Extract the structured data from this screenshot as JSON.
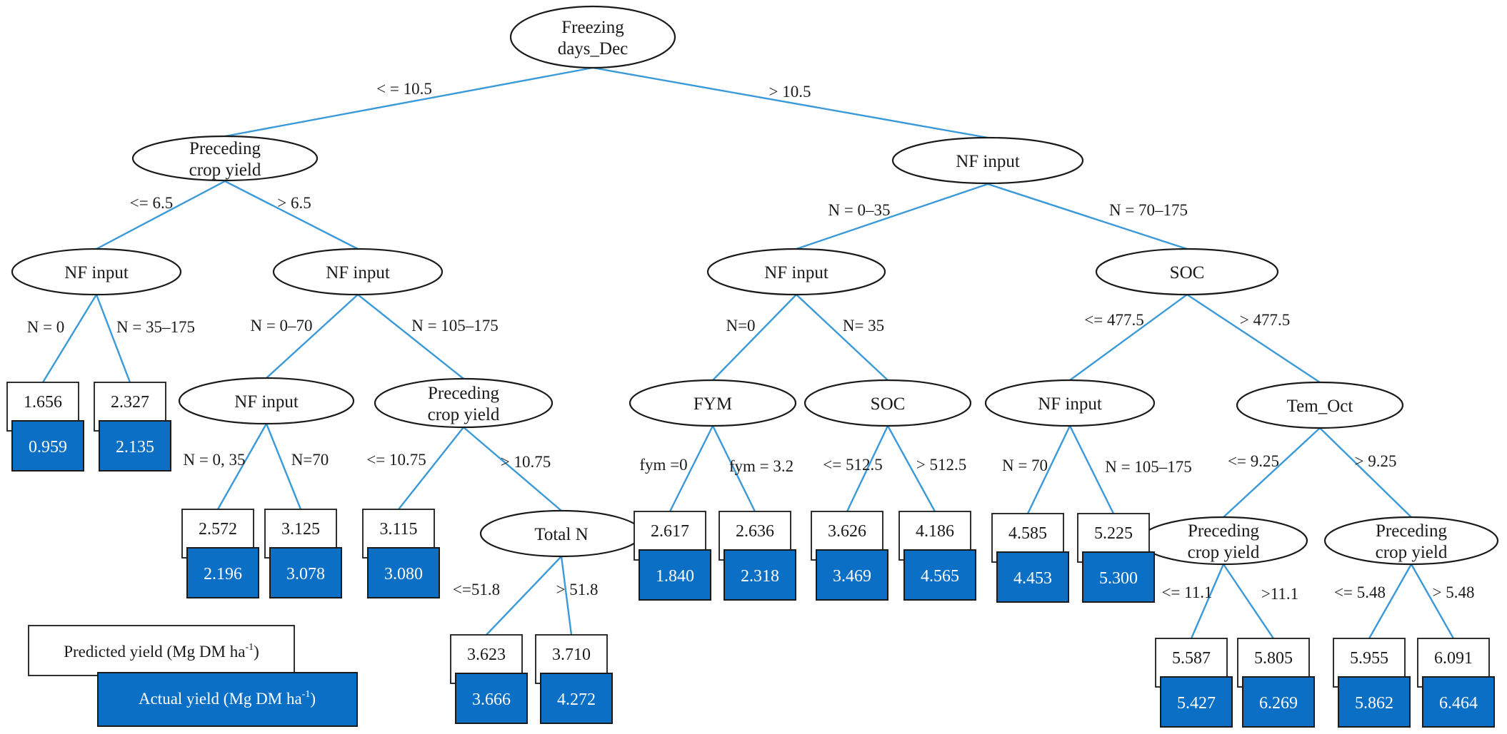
{
  "colors": {
    "edge": "#3a9ad9",
    "actual_fill": "#0b6fc5",
    "actual_text": "#ffffff",
    "stroke": "#1a1a1a"
  },
  "nodes": [
    {
      "id": "root",
      "lines": [
        "Freezing",
        "days_Dec"
      ]
    },
    {
      "id": "L",
      "lines": [
        "Preceding",
        "crop yield"
      ]
    },
    {
      "id": "R",
      "lines": [
        "NF input"
      ]
    },
    {
      "id": "LL",
      "lines": [
        "NF input"
      ]
    },
    {
      "id": "LR",
      "lines": [
        "NF input"
      ]
    },
    {
      "id": "LRL",
      "lines": [
        "NF input"
      ]
    },
    {
      "id": "LRR",
      "lines": [
        "Preceding",
        "crop yield"
      ]
    },
    {
      "id": "LRRR",
      "lines": [
        "Total N"
      ]
    },
    {
      "id": "RL",
      "lines": [
        "NF input"
      ]
    },
    {
      "id": "RR",
      "lines": [
        "SOC"
      ]
    },
    {
      "id": "RLL",
      "lines": [
        "FYM"
      ]
    },
    {
      "id": "RLR",
      "lines": [
        "SOC"
      ]
    },
    {
      "id": "RRL",
      "lines": [
        "NF input"
      ]
    },
    {
      "id": "RRR",
      "lines": [
        "Tem_Oct"
      ]
    },
    {
      "id": "RRRL",
      "lines": [
        "Preceding",
        "crop yield"
      ]
    },
    {
      "id": "RRRR",
      "lines": [
        "Preceding",
        "crop yield"
      ]
    }
  ],
  "edges": [
    {
      "from": "root",
      "to": "L",
      "label": "< = 10.5"
    },
    {
      "from": "root",
      "to": "R",
      "label": "> 10.5"
    },
    {
      "from": "L",
      "to": "LL",
      "label": "<= 6.5"
    },
    {
      "from": "L",
      "to": "LR",
      "label": "> 6.5"
    },
    {
      "from": "LL",
      "to": "leaf1",
      "label": "N = 0"
    },
    {
      "from": "LL",
      "to": "leaf2",
      "label": "N = 35–175"
    },
    {
      "from": "LR",
      "to": "LRL",
      "label": "N = 0–70"
    },
    {
      "from": "LR",
      "to": "LRR",
      "label": "N = 105–175"
    },
    {
      "from": "LRL",
      "to": "leaf3",
      "label": "N = 0, 35"
    },
    {
      "from": "LRL",
      "to": "leaf4",
      "label": "N=70"
    },
    {
      "from": "LRR",
      "to": "leaf5",
      "label": "<= 10.75"
    },
    {
      "from": "LRR",
      "to": "LRRR",
      "label": "> 10.75"
    },
    {
      "from": "LRRR",
      "to": "leaf6",
      "label": "<=51.8"
    },
    {
      "from": "LRRR",
      "to": "leaf7",
      "label": "> 51.8"
    },
    {
      "from": "R",
      "to": "RL",
      "label": "N = 0–35"
    },
    {
      "from": "R",
      "to": "RR",
      "label": "N = 70–175"
    },
    {
      "from": "RL",
      "to": "RLL",
      "label": "N=0"
    },
    {
      "from": "RL",
      "to": "RLR",
      "label": "N= 35"
    },
    {
      "from": "RLL",
      "to": "leaf8",
      "label": "fym =0"
    },
    {
      "from": "RLL",
      "to": "leaf9",
      "label": "fym = 3.2"
    },
    {
      "from": "RLR",
      "to": "leaf10",
      "label": "<= 512.5"
    },
    {
      "from": "RLR",
      "to": "leaf11",
      "label": "> 512.5"
    },
    {
      "from": "RR",
      "to": "RRL",
      "label": "<= 477.5"
    },
    {
      "from": "RR",
      "to": "RRR",
      "label": "> 477.5"
    },
    {
      "from": "RRL",
      "to": "leaf12",
      "label": "N = 70"
    },
    {
      "from": "RRL",
      "to": "leaf13",
      "label": "N = 105–175"
    },
    {
      "from": "RRR",
      "to": "RRRL",
      "label": "<= 9.25"
    },
    {
      "from": "RRR",
      "to": "RRRR",
      "label": "> 9.25"
    },
    {
      "from": "RRRL",
      "to": "leaf14",
      "label": "<= 11.1"
    },
    {
      "from": "RRRL",
      "to": "leaf15",
      "label": ">11.1"
    },
    {
      "from": "RRRR",
      "to": "leaf16",
      "label": "<= 5.48"
    },
    {
      "from": "RRRR",
      "to": "leaf17",
      "label": "> 5.48"
    }
  ],
  "leaves": [
    {
      "id": "leaf1",
      "predicted": "1.656",
      "actual": "0.959"
    },
    {
      "id": "leaf2",
      "predicted": "2.327",
      "actual": "2.135"
    },
    {
      "id": "leaf3",
      "predicted": "2.572",
      "actual": "2.196"
    },
    {
      "id": "leaf4",
      "predicted": "3.125",
      "actual": "3.078"
    },
    {
      "id": "leaf5",
      "predicted": "3.115",
      "actual": "3.080"
    },
    {
      "id": "leaf6",
      "predicted": "3.623",
      "actual": "3.666"
    },
    {
      "id": "leaf7",
      "predicted": "3.710",
      "actual": "4.272"
    },
    {
      "id": "leaf8",
      "predicted": "2.617",
      "actual": "1.840"
    },
    {
      "id": "leaf9",
      "predicted": "2.636",
      "actual": "2.318"
    },
    {
      "id": "leaf10",
      "predicted": "3.626",
      "actual": "3.469"
    },
    {
      "id": "leaf11",
      "predicted": "4.186",
      "actual": "4.565"
    },
    {
      "id": "leaf12",
      "predicted": "4.585",
      "actual": "4.453"
    },
    {
      "id": "leaf13",
      "predicted": "5.225",
      "actual": "5.300"
    },
    {
      "id": "leaf14",
      "predicted": "5.587",
      "actual": "5.427"
    },
    {
      "id": "leaf15",
      "predicted": "5.805",
      "actual": "6.269"
    },
    {
      "id": "leaf16",
      "predicted": "5.955",
      "actual": "5.862"
    },
    {
      "id": "leaf17",
      "predicted": "6.091",
      "actual": "6.464"
    }
  ],
  "legend": {
    "predicted": {
      "text": "Predicted yield (Mg DM ha",
      "sup": "-1",
      "close": ")"
    },
    "actual": {
      "text": "Actual yield (Mg DM ha",
      "sup": "-1",
      "close": ")"
    }
  }
}
